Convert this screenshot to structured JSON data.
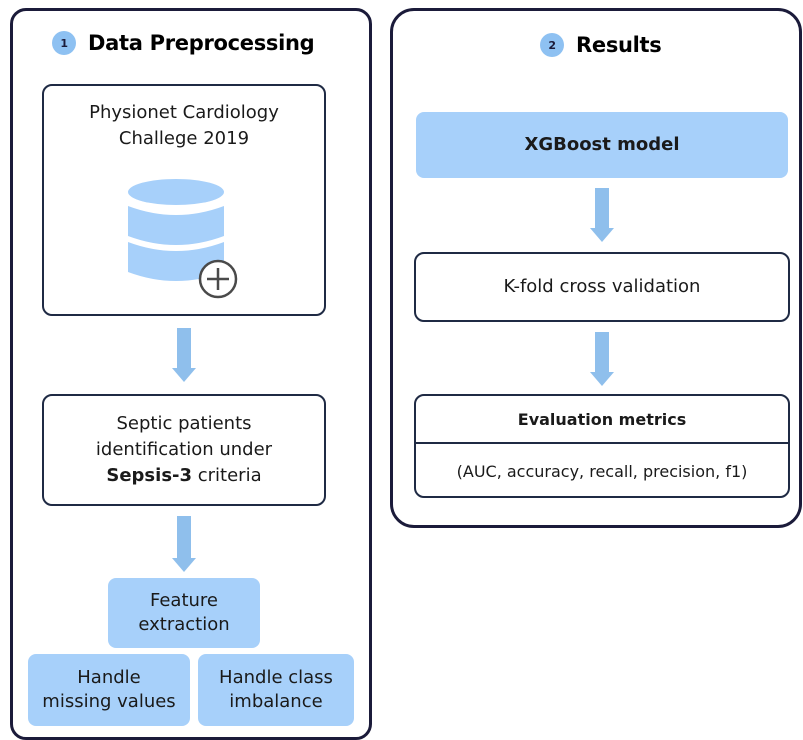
{
  "preprocessing": {
    "number": "1",
    "title": "Data Preprocessing",
    "dataset_line1": "Physionet Cardiology",
    "dataset_line2": "Challege 2019",
    "septic_line1": "Septic patients",
    "septic_line2": "identification under",
    "septic_bold": "Sepsis-3",
    "septic_rest": " criteria",
    "feature_line1": "Feature",
    "feature_line2": "extraction",
    "missing_line1": "Handle",
    "missing_line2": "missing values",
    "imbalance_line1": "Handle class",
    "imbalance_line2": "imbalance"
  },
  "results": {
    "number": "2",
    "title": "Results",
    "model": "XGBoost model",
    "cv": "K-fold cross validation",
    "metrics_title": "Evaluation metrics",
    "metrics_list": "(AUC, accuracy, recall, precision, f1)"
  },
  "colors": {
    "accent_blue": "#a7d0fa",
    "arrow_blue": "#8fbfec",
    "border_dark": "#1b1b3a"
  },
  "icons": [
    "database-icon",
    "plus-circle-icon"
  ]
}
